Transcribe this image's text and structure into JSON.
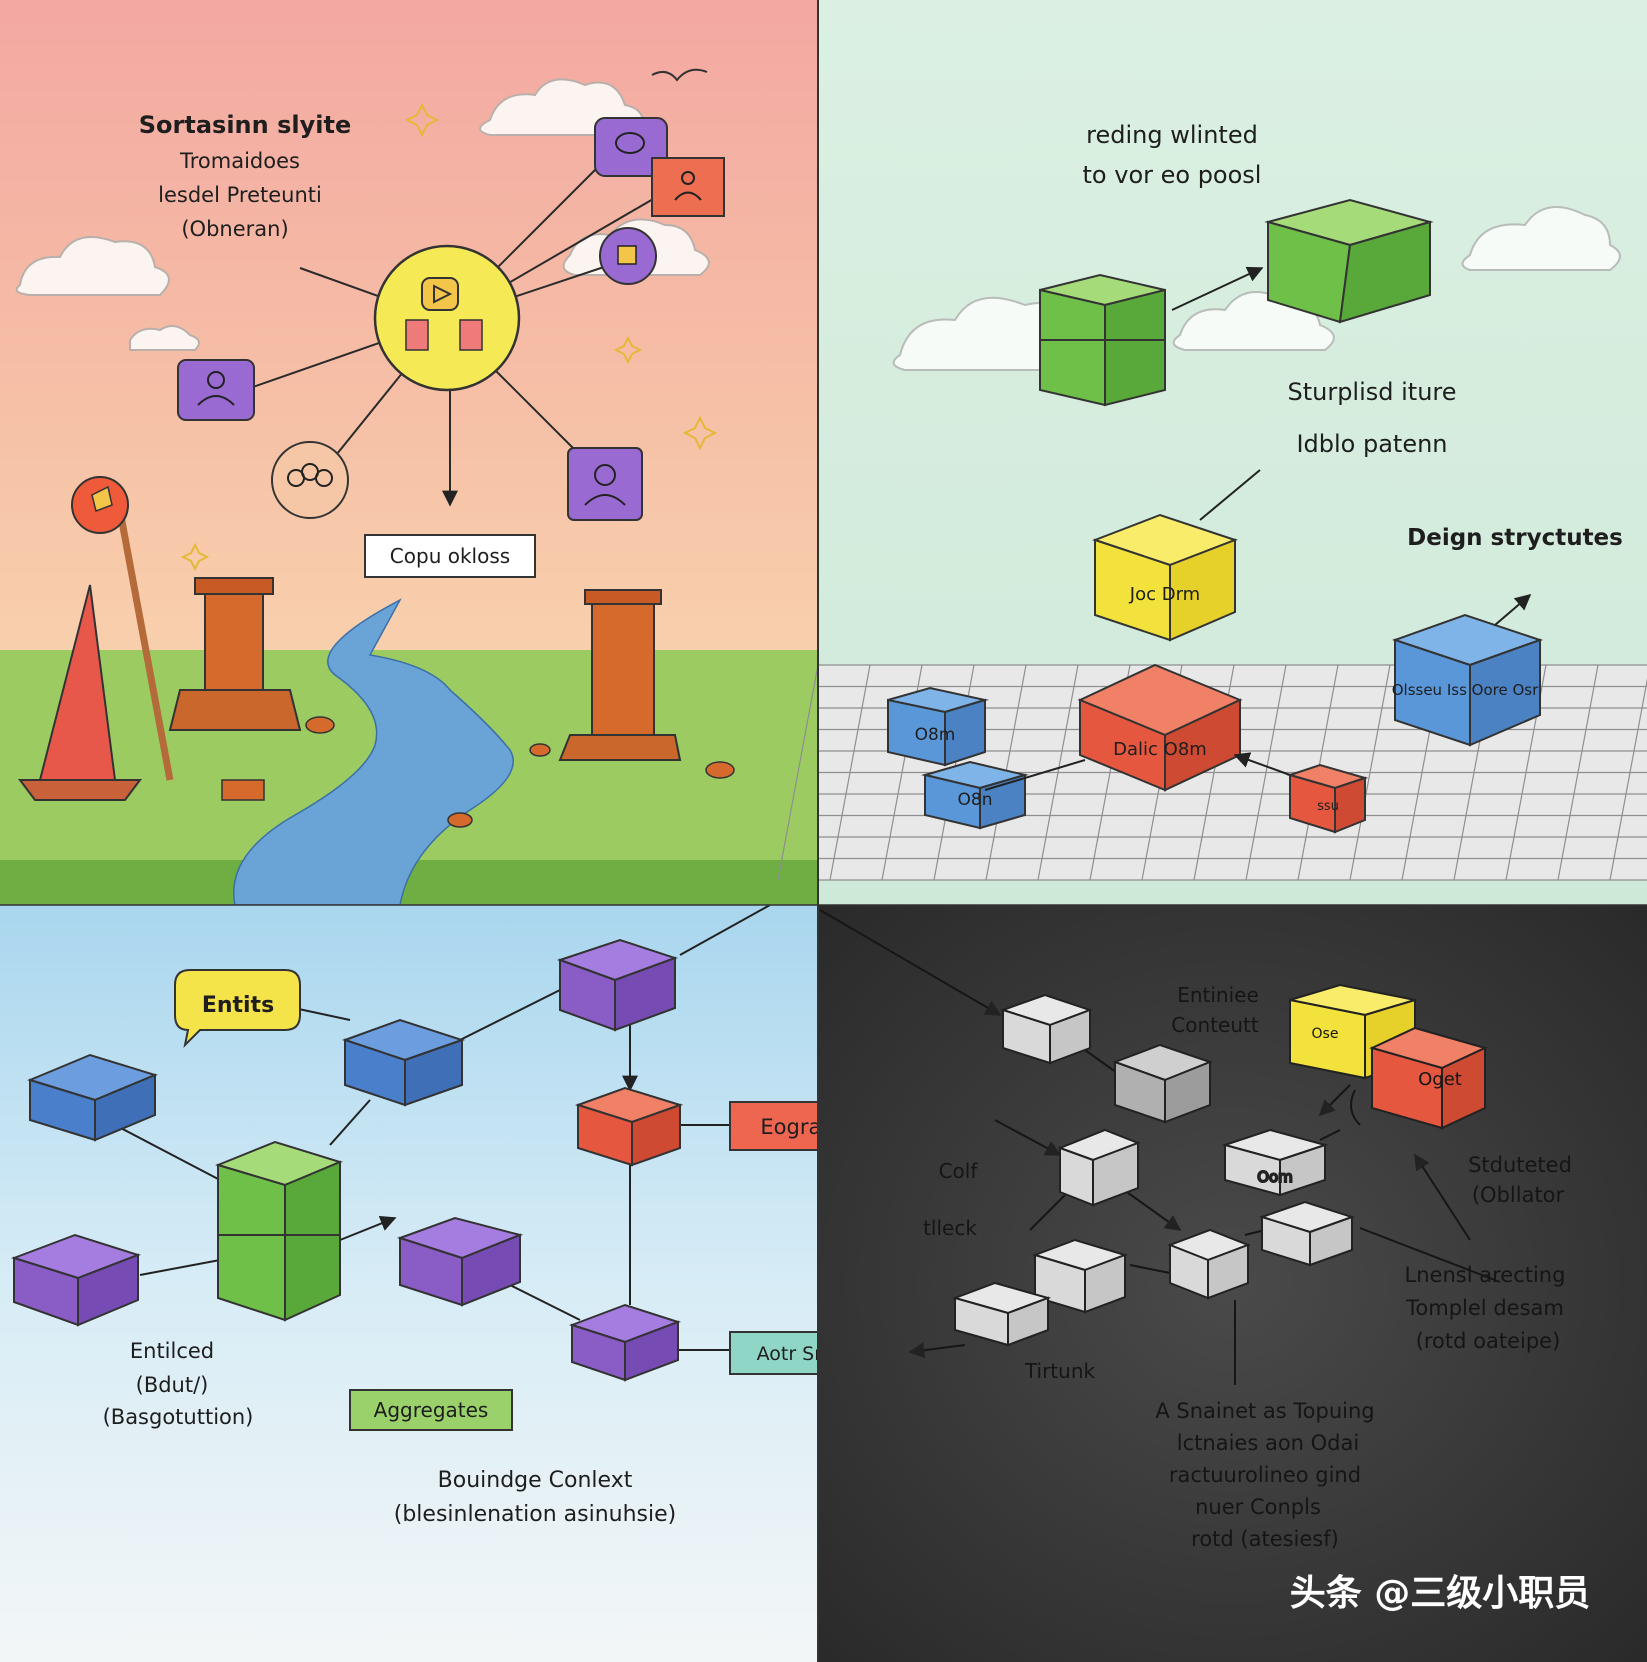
{
  "panels": {
    "top_left": {
      "title_lines": [
        "Sortasinn slyite",
        "Tromaidoes",
        "lesdel Preteunti",
        "(Obneran)"
      ],
      "box_label": "Copu okloss"
    },
    "top_right": {
      "top_lines": [
        "reding wlinted",
        "to vor eo poosl"
      ],
      "middle_lines": [
        "Sturplisd iture",
        "Idblo patenn"
      ],
      "right_label": "Deign stryctutes",
      "cube_labels": {
        "yellow": "Joc  Drm",
        "red_big": "Dalic  O8m",
        "blue_right": "Olsseu Iss Oore Osr",
        "blue_small_1": "O8m",
        "blue_small_2": "O8n",
        "red_small": "ssu"
      }
    },
    "bottom_left": {
      "bubble_label": "Entits",
      "red_tag": "Eogragates",
      "teal_tag": "Aotr Smates",
      "green_tag": "Aggregates",
      "left_lines": [
        "Entilced",
        "(Bdut/)",
        "(Basgotuttion)"
      ],
      "bottom_lines": [
        "Bouindge Conlext",
        "(blesinlenation asinuhsie)"
      ]
    },
    "bottom_right": {
      "top_lines": [
        "Entiniee",
        "Conteutt"
      ],
      "left_words": [
        "Colf",
        "tlleck"
      ],
      "bottom_word": "Tirtunk",
      "right_lines": [
        "Stduteted",
        "(Obllator"
      ],
      "template_lines": [
        "Lnensl arecting",
        "Tomplel desam",
        "(rotd oateipe)"
      ],
      "center_lines": [
        "A Snainet as Topuing",
        "lctnaies aon Odai",
        "ractuurolineo gind",
        "nuer Conpls",
        "rotd (atesiesf)"
      ],
      "cube_labels": {
        "yellow": "Ose",
        "red": "Oget",
        "gray_mid": "Oom"
      }
    }
  },
  "watermark": "头条 @三级小职员",
  "colors": {
    "sky_red": "#f2a5a0",
    "sky_orange": "#f8d6a6",
    "grass": "#9ccb62",
    "river": "#6aa3d6",
    "mint": "#d3ecdd",
    "grid_gray": "#cfcfcf",
    "blue_sky": "#bfe0f0",
    "dark_panel": "#3a3a3a",
    "purple": "#8a5cc6",
    "green": "#6ec048",
    "blue": "#4a7fcb",
    "red": "#e5583f",
    "yellow": "#f2e23b"
  }
}
